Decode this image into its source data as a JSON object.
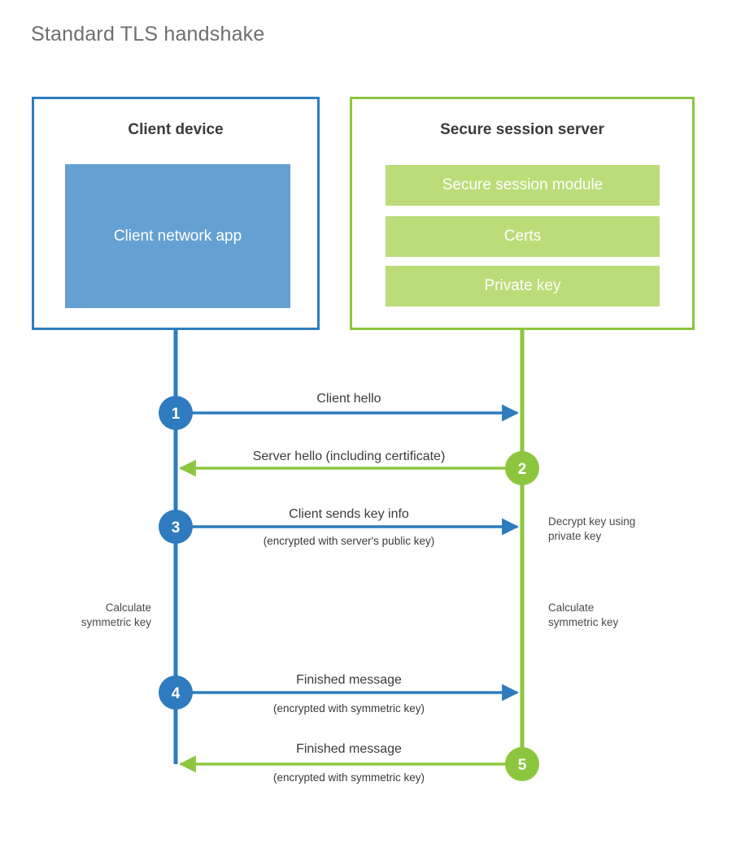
{
  "title": "Standard TLS handshake",
  "colors": {
    "client_blue": "#2E7CBF",
    "client_app_blue": "#64A0D2",
    "server_green": "#8CC63E",
    "server_bar_green": "#BBDC78",
    "text_dark": "#3b3b3b",
    "title_gray": "#6e6e6e",
    "background": "#ffffff"
  },
  "client_panel": {
    "title": "Client device",
    "app_box_label": "Client network app"
  },
  "server_panel": {
    "title": "Secure session server",
    "bars": [
      {
        "label": "Secure session module"
      },
      {
        "label": "Certs"
      },
      {
        "label": "Private key"
      }
    ]
  },
  "lifelines": {
    "client_label": "Client device",
    "server_label": "Secure session server"
  },
  "steps": [
    {
      "number": "1",
      "label": "Client hello",
      "sublabel": "",
      "direction": "client-to-server",
      "color": "#2E7CBF"
    },
    {
      "number": "2",
      "label": "Server hello (including certificate)",
      "sublabel": "",
      "direction": "server-to-client",
      "color": "#8CC63E"
    },
    {
      "number": "3",
      "label": "Client sends key info",
      "sublabel": "(encrypted with server's public key)",
      "direction": "client-to-server",
      "color": "#2E7CBF"
    },
    {
      "number": "4",
      "label": "Finished message",
      "sublabel": "(encrypted with symmetric key)",
      "direction": "client-to-server",
      "color": "#2E7CBF"
    },
    {
      "number": "5",
      "label": "Finished message",
      "sublabel": "(encrypted with symmetric key)",
      "direction": "server-to-client",
      "color": "#8CC63E"
    }
  ],
  "annotations": {
    "decrypt_note_line1": "Decrypt key using",
    "decrypt_note_line2": "private key",
    "client_calc_line1": "Calculate",
    "client_calc_line2": "symmetric key",
    "server_calc_line1": "Calculate",
    "server_calc_line2": "symmetric key"
  }
}
